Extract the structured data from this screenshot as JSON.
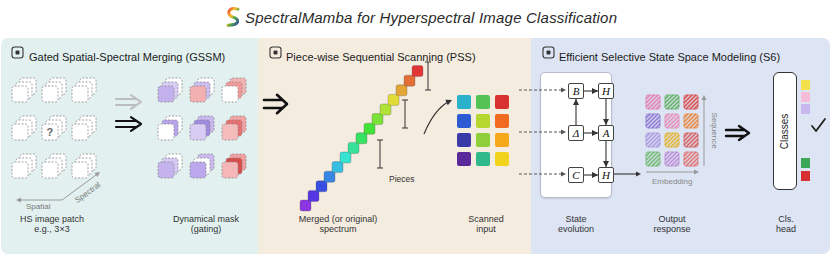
{
  "diagram": {
    "title": "SpectralMamba for Hyperspectral Image Classification",
    "nodes": [
      {
        "text": [
          "Gated Spatial-Spectral Merging (GSSM)"
        ]
      },
      {
        "text": [
          "Piece-wise Sequential Scanning (PSS)"
        ]
      },
      {
        "text": [
          "Efficient Selective State Space Modeling (S6)"
        ]
      },
      {
        "text": [
          "State evolution"
        ],
        "in": 2
      },
      {
        "text": [
          "B"
        ],
        "in": 3
      },
      {
        "text": [
          "H"
        ],
        "in": 3
      },
      {
        "text": [
          "Δ"
        ],
        "in": 3
      },
      {
        "text": [
          "A"
        ],
        "in": 3
      },
      {
        "text": [
          "C"
        ],
        "in": 3
      },
      {
        "text": [
          "H"
        ],
        "in": 3
      },
      {
        "text": [
          "Classes"
        ],
        "in": 2
      }
    ],
    "edges": [
      {
        "from": 4,
        "to": 5,
        "arrow": "to"
      },
      {
        "from": 6,
        "to": 4,
        "arrow": "to"
      },
      {
        "from": 6,
        "to": 7,
        "arrow": "to"
      },
      {
        "from": 5,
        "to": 7,
        "arrow": "to"
      },
      {
        "from": 7,
        "to": 9,
        "arrow": "to"
      },
      {
        "from": 8,
        "to": 9,
        "arrow": "to"
      }
    ],
    "labels": [
      "?",
      "Spatial",
      "Spectral",
      "HS image patch e.g., 3×3",
      "Dynamical mask (gating)",
      "Pieces",
      "Merged (or original) spectrum",
      "Scanned input",
      "Sequence",
      "Embedding",
      "Output response",
      "Cls. head"
    ]
  }
}
